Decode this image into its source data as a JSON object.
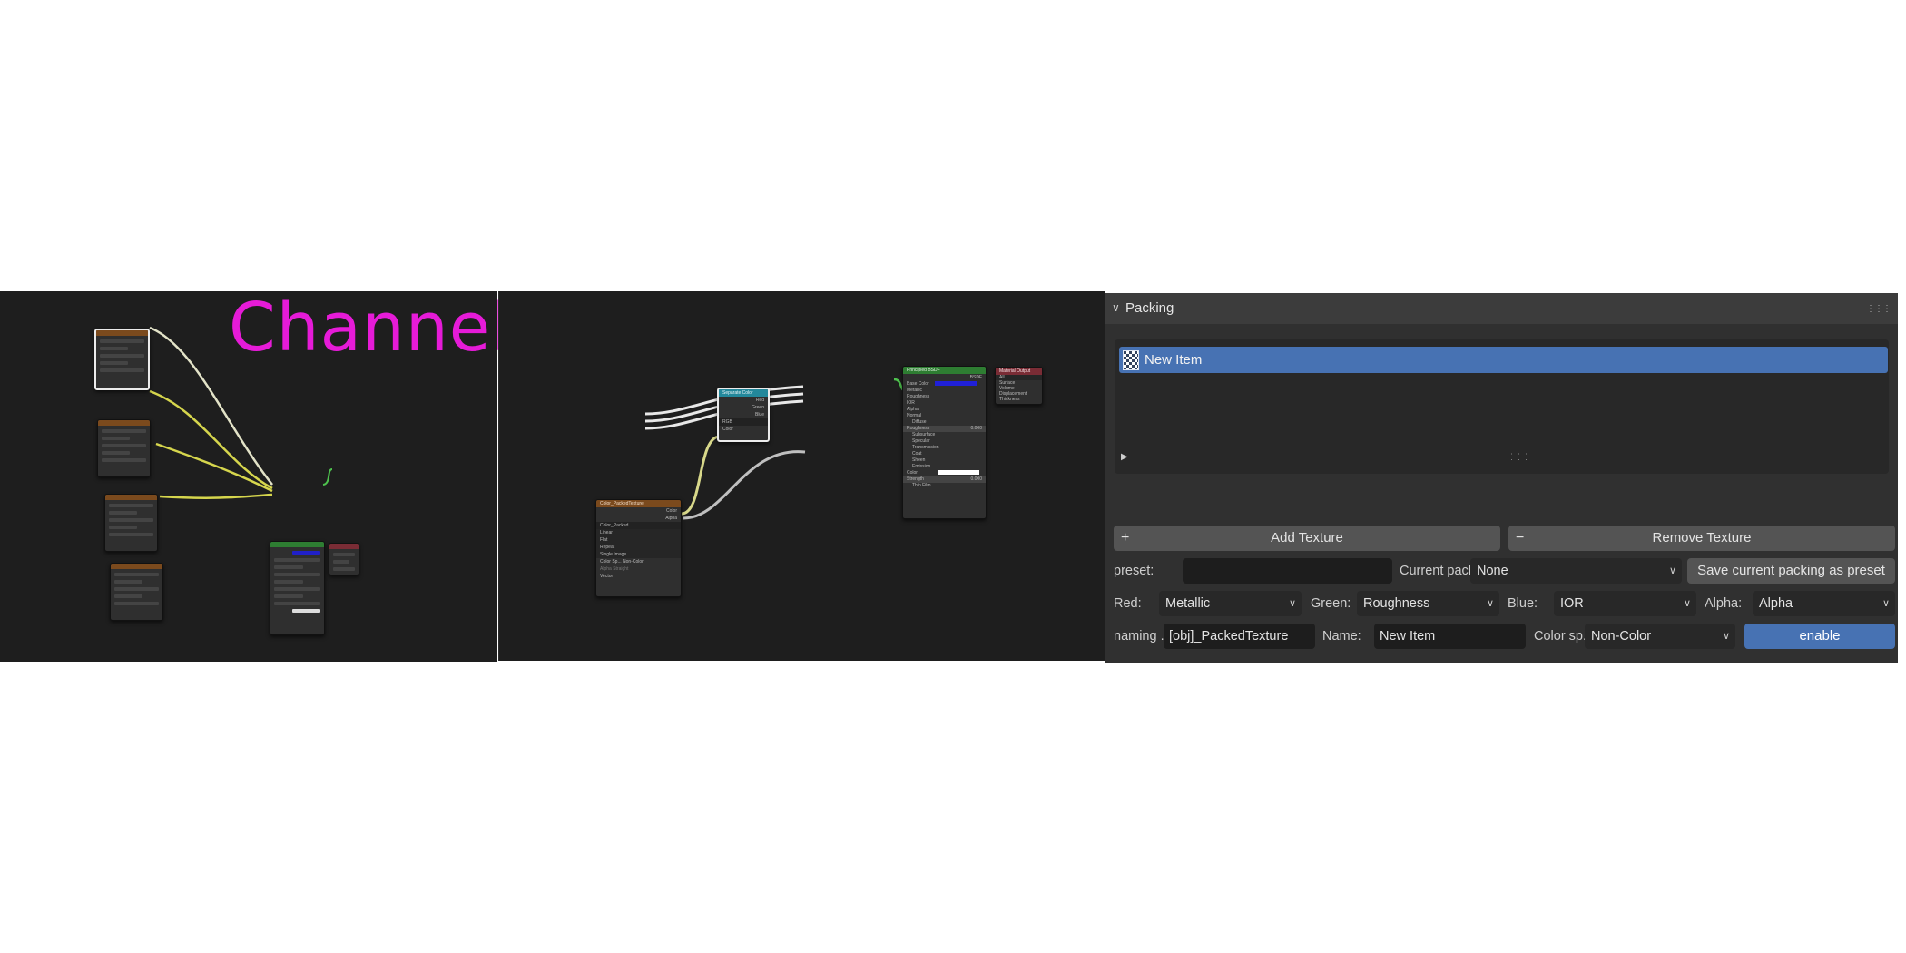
{
  "title": "Channel Packing",
  "colors": {
    "title": "#e61bd8",
    "accent": "#4772b3",
    "panel_bg": "#303030",
    "graph_bg": "#1e1e1e"
  },
  "graph_left": {
    "nodes": [
      "image-texture-node",
      "image-texture-node",
      "image-texture-node",
      "image-texture-node",
      "principled-bsdf-node",
      "material-output-node"
    ]
  },
  "graph_right": {
    "separate_color": {
      "title": "Separate Color",
      "outputs": [
        "Red",
        "Green",
        "Blue"
      ],
      "mode": "RGB",
      "input": "Color"
    },
    "packed_texture": {
      "title": "Color_PackedTexture",
      "outputs": [
        "Color",
        "Alpha"
      ],
      "image": "Color_Packed...",
      "fields": [
        "Linear",
        "Flat",
        "Repeat",
        "Single Image"
      ],
      "color_space_label": "Color Sp...",
      "color_space_value": "Non-Color",
      "alpha_label": "Alpha",
      "alpha_value": "Straight",
      "vector": "Vector"
    },
    "principled": {
      "title": "Principled BSDF",
      "top": "BSDF",
      "inputs": [
        "Base Color",
        "Metallic",
        "Roughness",
        "IOR",
        "Alpha",
        "Normal",
        "Diffuse",
        "Roughness",
        "Subsurface",
        "Specular",
        "Transmission",
        "Coat",
        "Sheen",
        "Emission",
        "Color",
        "Strength",
        "Thin Film"
      ],
      "roughness_value": "0.000",
      "strength_value": "0.000"
    },
    "material_output": {
      "title": "Material Output",
      "target": "All",
      "sockets": [
        "Surface",
        "Volume",
        "Displacement",
        "Thickness"
      ]
    }
  },
  "panel": {
    "header": "Packing",
    "list_item": "New Item",
    "add_texture": "Add Texture",
    "remove_texture": "Remove Texture",
    "preset_label": "preset:",
    "preset_value": "",
    "current_pack_label": "Current pack...",
    "current_pack_value": "None",
    "save_preset": "Save current packing as preset",
    "red_label": "Red:",
    "red_value": "Metallic",
    "green_label": "Green:",
    "green_value": "Roughness",
    "blue_label": "Blue:",
    "blue_value": "IOR",
    "alpha_label": "Alpha:",
    "alpha_value": "Alpha",
    "naming_label": "naming ...",
    "naming_value": "[obj]_PackedTexture",
    "name_label": "Name:",
    "name_value": "New Item",
    "color_space_label": "Color sp...",
    "color_space_value": "Non-Color",
    "enable": "enable"
  }
}
